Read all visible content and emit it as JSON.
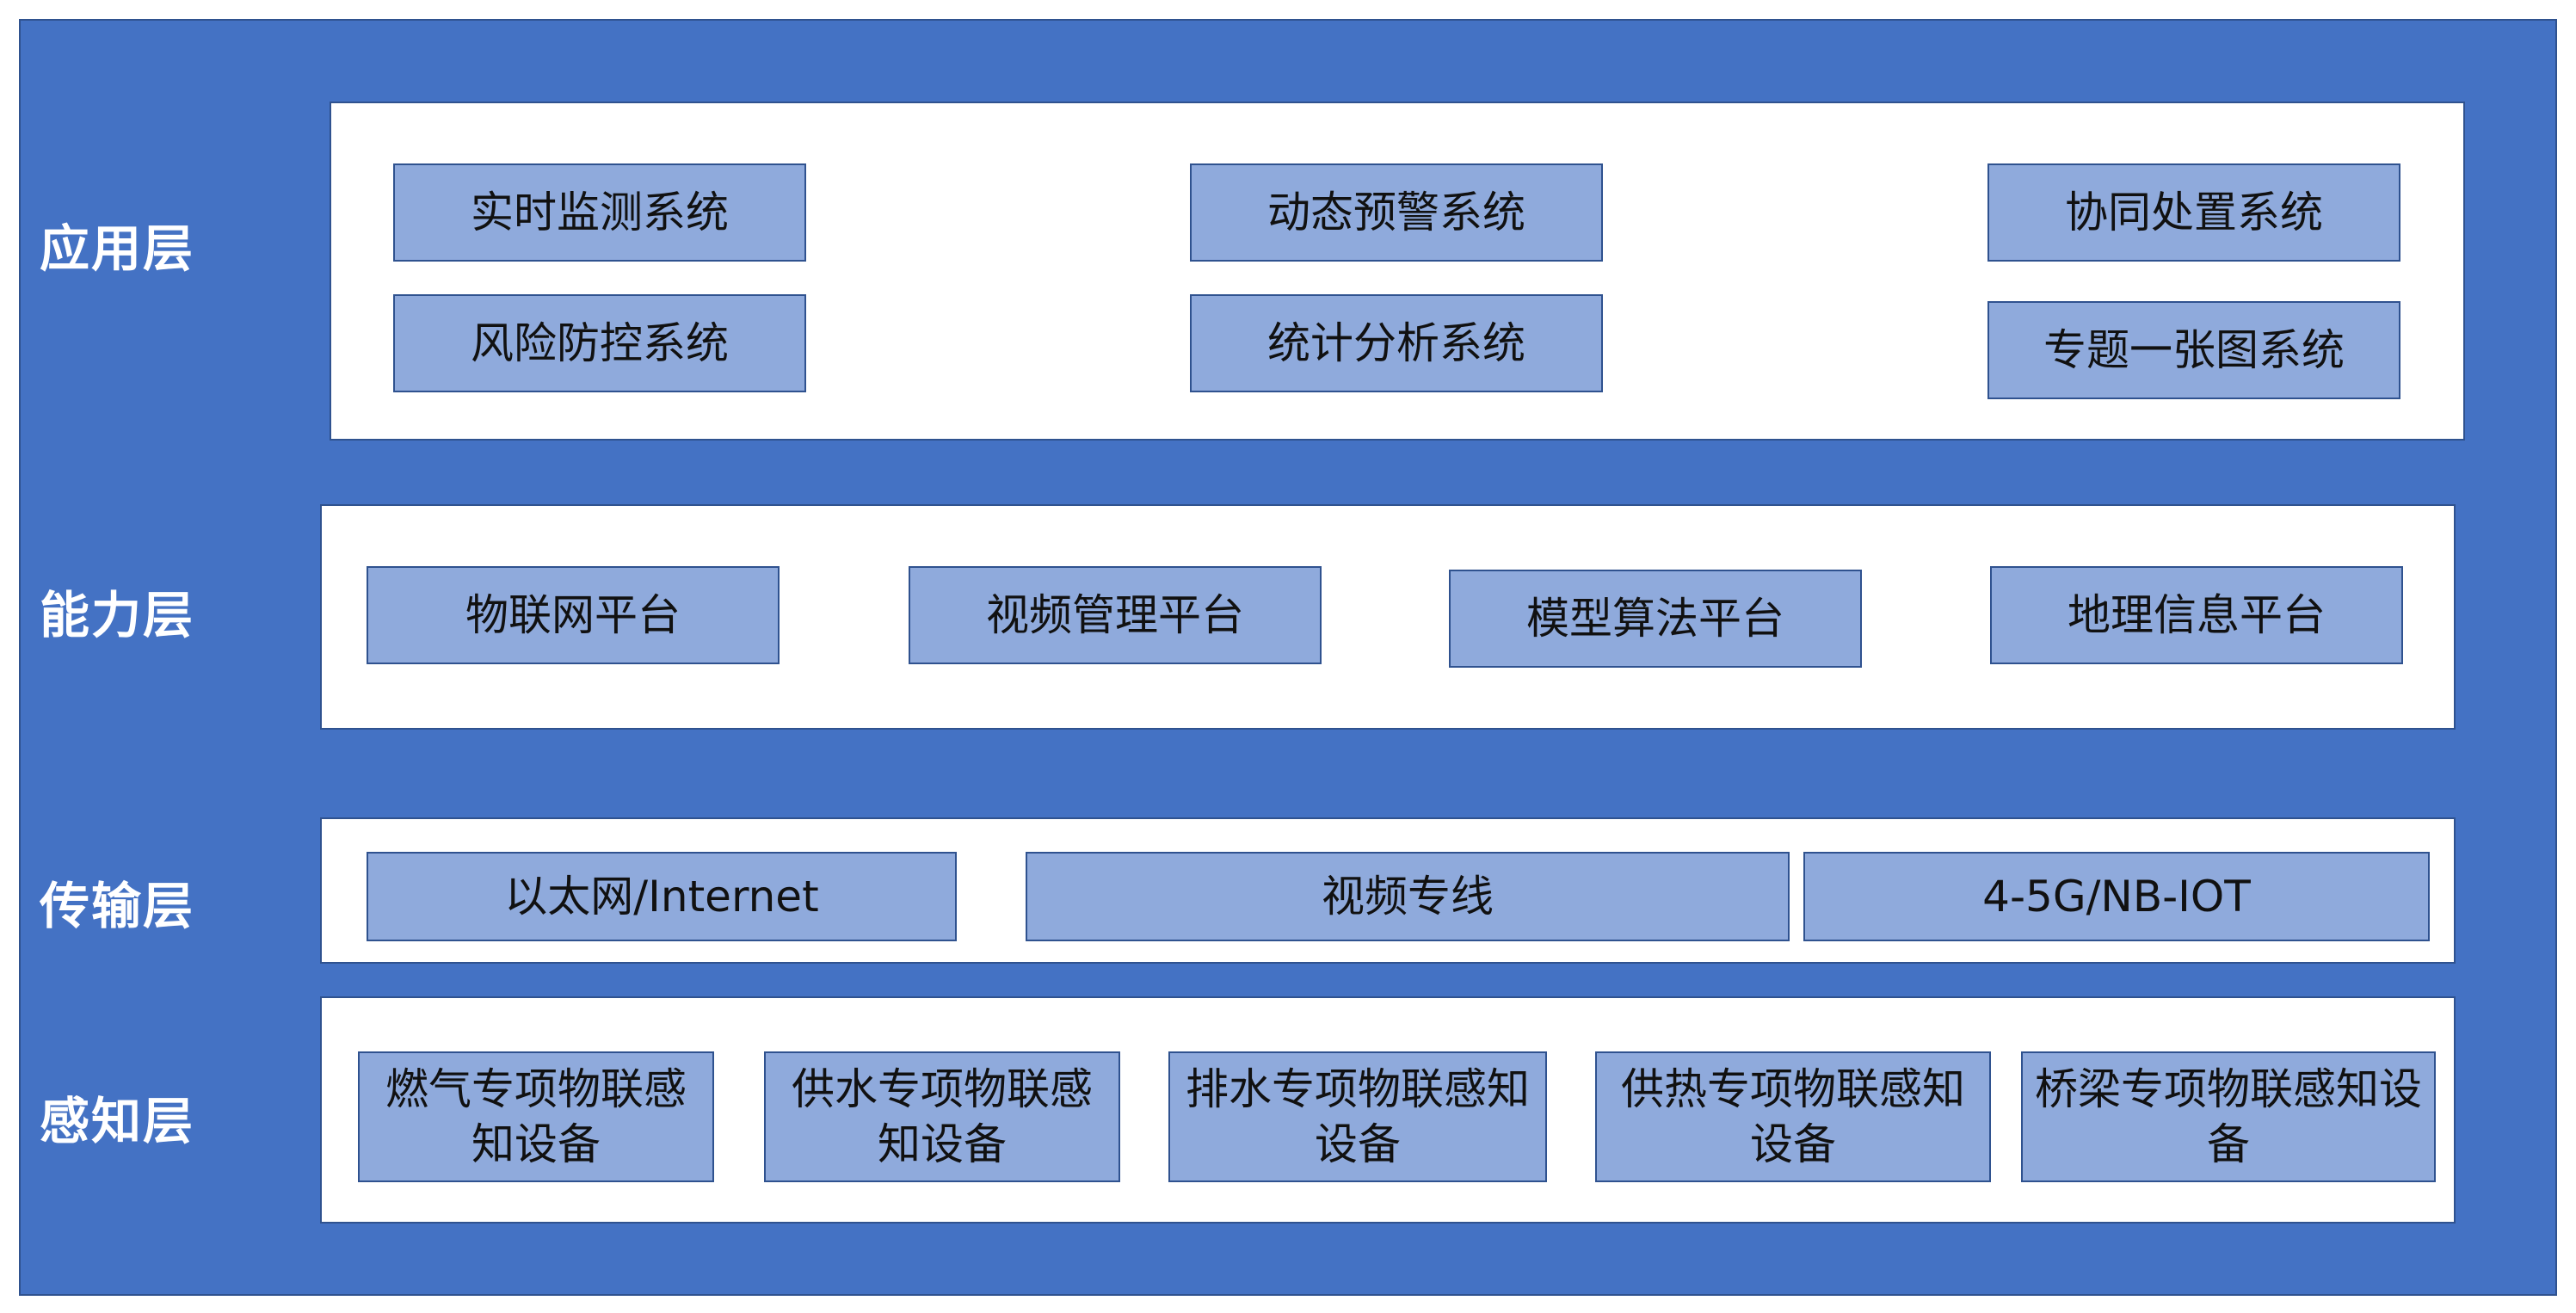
{
  "layers": {
    "application": {
      "label": "应用层",
      "items": [
        "实时监测系统",
        "动态预警系统",
        "协同处置系统",
        "风险防控系统",
        "统计分析系统",
        "专题一张图系统"
      ]
    },
    "capability": {
      "label": "能力层",
      "items": [
        "物联网平台",
        "视频管理平台",
        "模型算法平台",
        "地理信息平台"
      ]
    },
    "transport": {
      "label": "传输层",
      "items": [
        "以太网/Internet",
        "视频专线",
        "4-5G/NB-IOT"
      ]
    },
    "perception": {
      "label": "感知层",
      "items": [
        "燃气专项物联感知设备",
        "供水专项物联感知设备",
        "排水专项物联感知设备",
        "供热专项物联感知设备",
        "桥梁专项物联感知设备"
      ]
    }
  },
  "colors": {
    "frame": "#4472C4",
    "box_fill": "#8FAADC",
    "border": "#2F528F",
    "panel": "#ffffff"
  }
}
